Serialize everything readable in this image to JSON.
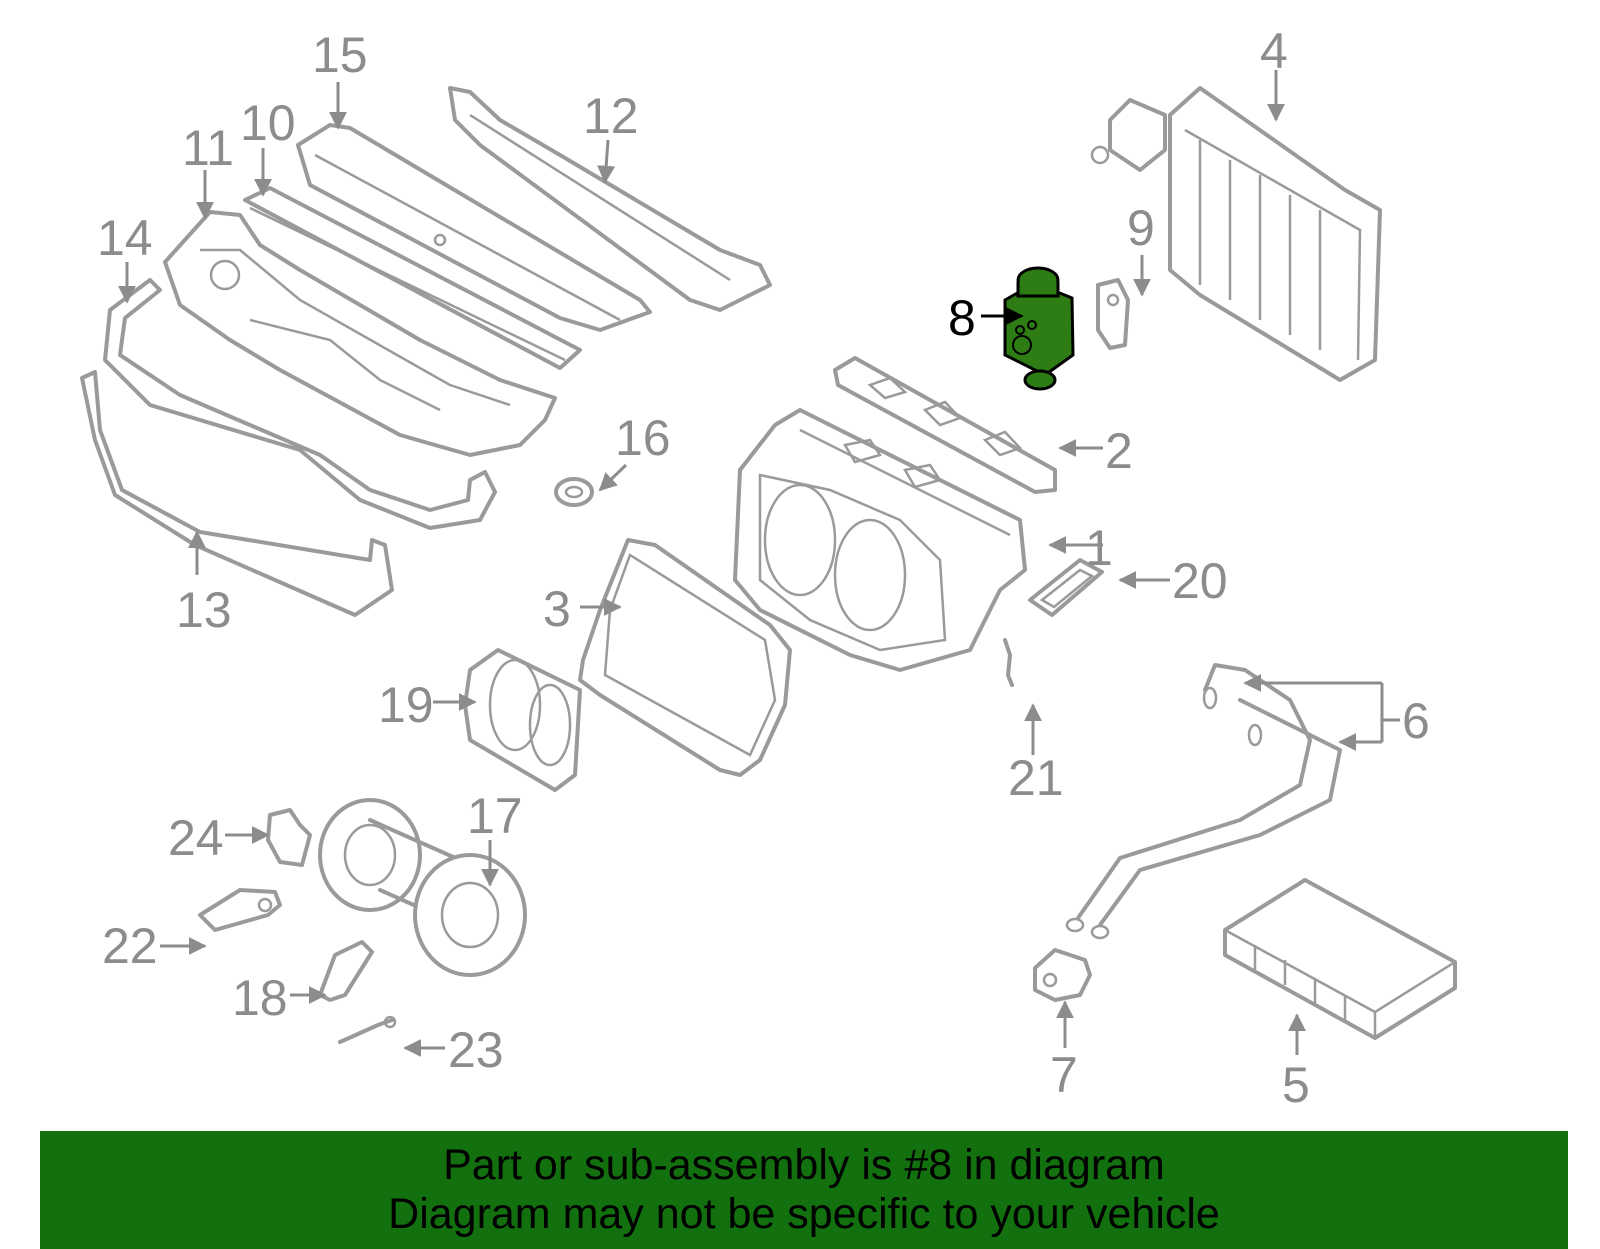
{
  "callouts": [
    "1",
    "2",
    "3",
    "4",
    "5",
    "6",
    "7",
    "8",
    "9",
    "10",
    "11",
    "12",
    "13",
    "14",
    "15",
    "16",
    "17",
    "18",
    "19",
    "20",
    "21",
    "22",
    "23",
    "24"
  ],
  "highlighted_part": "8",
  "colors": {
    "banner": "#13700f",
    "highlight": "#2e7d14",
    "line": "#9a9a9a"
  },
  "banner": {
    "line1": "Part or sub-assembly is #8 in diagram",
    "line2": "Diagram may not be specific to your vehicle"
  }
}
